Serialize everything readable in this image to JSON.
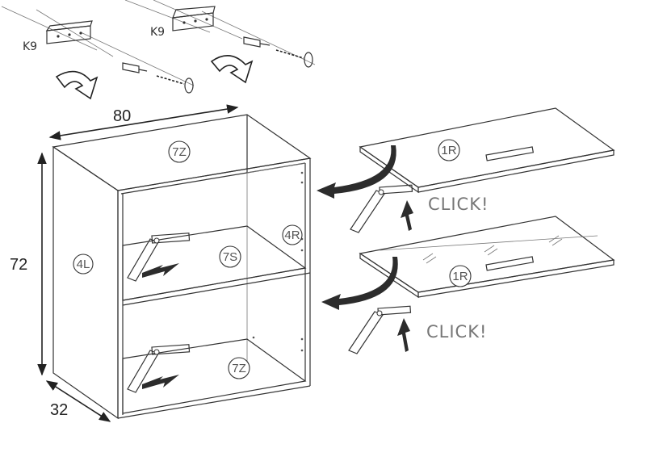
{
  "dimensions": {
    "width": "80",
    "height": "72",
    "depth": "32"
  },
  "mounting": {
    "bracket_left_label": "K9",
    "bracket_right_label": "K9"
  },
  "cabinet_parts": {
    "top_panel": "7Z",
    "left_side": "4L",
    "right_side": "4R",
    "shelf": "7S",
    "bottom_panel": "7Z"
  },
  "doors": {
    "upper_door": "1R",
    "lower_door": "1R",
    "upper_click_text": "CLICK!",
    "lower_click_text": "CLICK!"
  }
}
